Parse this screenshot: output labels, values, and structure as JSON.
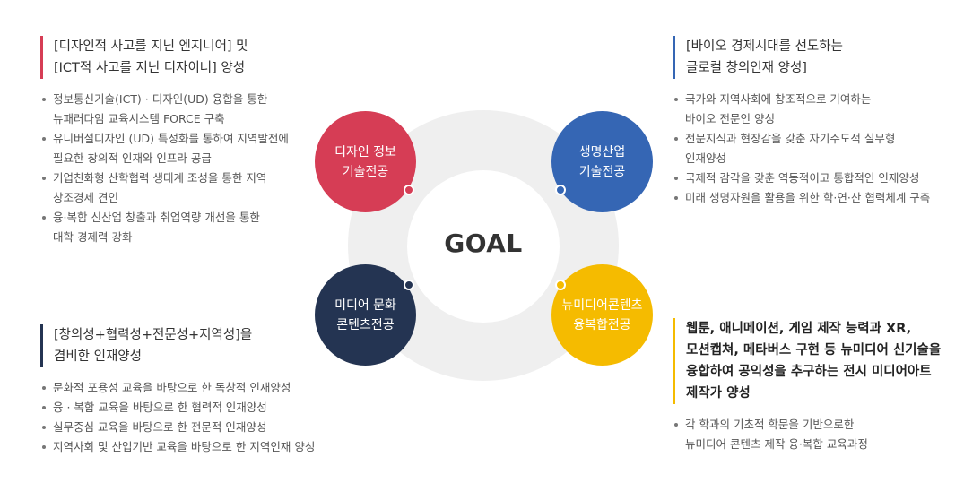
{
  "colors": {
    "red": "#d63d55",
    "blue": "#3566b4",
    "navy": "#243452",
    "gold": "#f5bb00",
    "ring": "#efefef"
  },
  "center": {
    "goal": "GOAL"
  },
  "circles": {
    "design": "디자인 정보\n기술전공",
    "bio": "생명산업\n기술전공",
    "media": "미디어 문화\n콘텐츠전공",
    "newmedia": "뉴미디어콘텐츠\n융복합전공"
  },
  "sections": {
    "top_left": {
      "heading": "[디자인적 사고를 지닌 엔지니어] 및\n[ICT적 사고를 지닌 디자이너] 양성",
      "items": [
        "정보통신기술(ICT) · 디자인(UD) 융합을 통한\n뉴패러다임 교육시스템 FORCE 구축",
        "유니버설디자인 (UD) 특성화를 통하여 지역발전에\n필요한 창의적 인재와 인프라 공급",
        "기업친화형 산학협력 생태계 조성을 통한 지역\n창조경제 견인",
        "융·복합 신산업 창출과 취업역량 개선을 통한\n대학 경제력 강화"
      ]
    },
    "top_right": {
      "heading": "[바이오 경제시대를 선도하는\n글로컬 창의인재 양성]",
      "items": [
        "국가와 지역사회에 창조적으로 기여하는\n바이오 전문인 양성",
        "전문지식과 현장감을 갖춘 자기주도적 실무형\n인재양성",
        "국제적 감각을 갖춘 역동적이고 통합적인 인재양성",
        "미래 생명자원을 활용을 위한 학·연·산 협력체계 구축"
      ]
    },
    "bottom_left": {
      "heading": "[창의성+협력성+전문성+지역성]을\n겸비한 인재양성",
      "items": [
        "문화적 포용성 교육을 바탕으로 한 독창적 인재양성",
        "융 · 복합 교육을 바탕으로 한 협력적 인재양성",
        "실무중심 교육을 바탕으로 한 전문적 인재양성",
        "지역사회 및 산업기반 교육을 바탕으로 한 지역인재 양성"
      ]
    },
    "bottom_right": {
      "heading": "웹툰, 애니메이션, 게임 제작 능력과 XR,\n모션캡쳐, 메타버스 구현 등 뉴미디어 신기술을\n융합하여 공익성을 추구하는 전시 미디어아트\n제작가 양성",
      "items": [
        "각 학과의 기초적 학문을 기반으로한\n뉴미디어 콘텐츠 제작 융·복합 교육과정"
      ]
    }
  }
}
